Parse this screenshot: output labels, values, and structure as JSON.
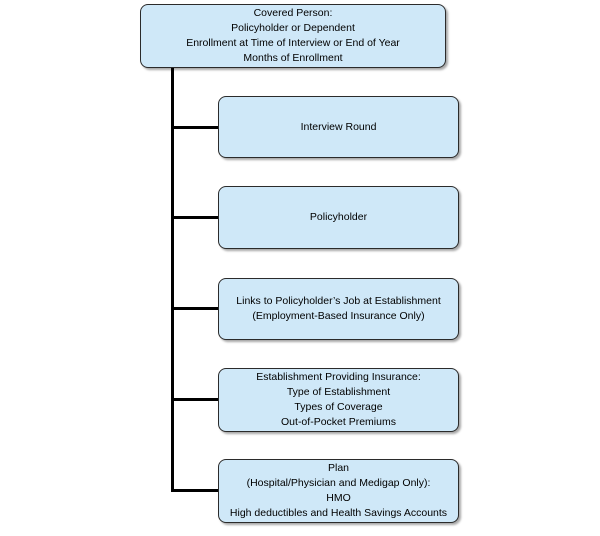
{
  "colors": {
    "box_fill": "#cfe8f8",
    "box_border": "#2b2b2b",
    "connector": "#000000"
  },
  "root": {
    "lines": [
      "Covered Person:",
      "Policyholder or Dependent",
      "Enrollment at Time of Interview or End of Year",
      "Months of Enrollment"
    ]
  },
  "children": [
    {
      "lines": [
        "Interview Round"
      ]
    },
    {
      "lines": [
        "Policyholder"
      ]
    },
    {
      "lines": [
        "Links to Policyholder’s Job at Establishment",
        "(Employment-Based  Insurance Only)"
      ]
    },
    {
      "lines": [
        "Establishment  Providing Insurance:",
        "Type of Establishment",
        "Types of Coverage",
        "Out-of-Pocket Premiums"
      ]
    },
    {
      "lines": [
        "Plan",
        "(Hospital/Physician and Medigap Only):",
        "HMO",
        "High deductibles and Health Savings Accounts"
      ]
    }
  ]
}
